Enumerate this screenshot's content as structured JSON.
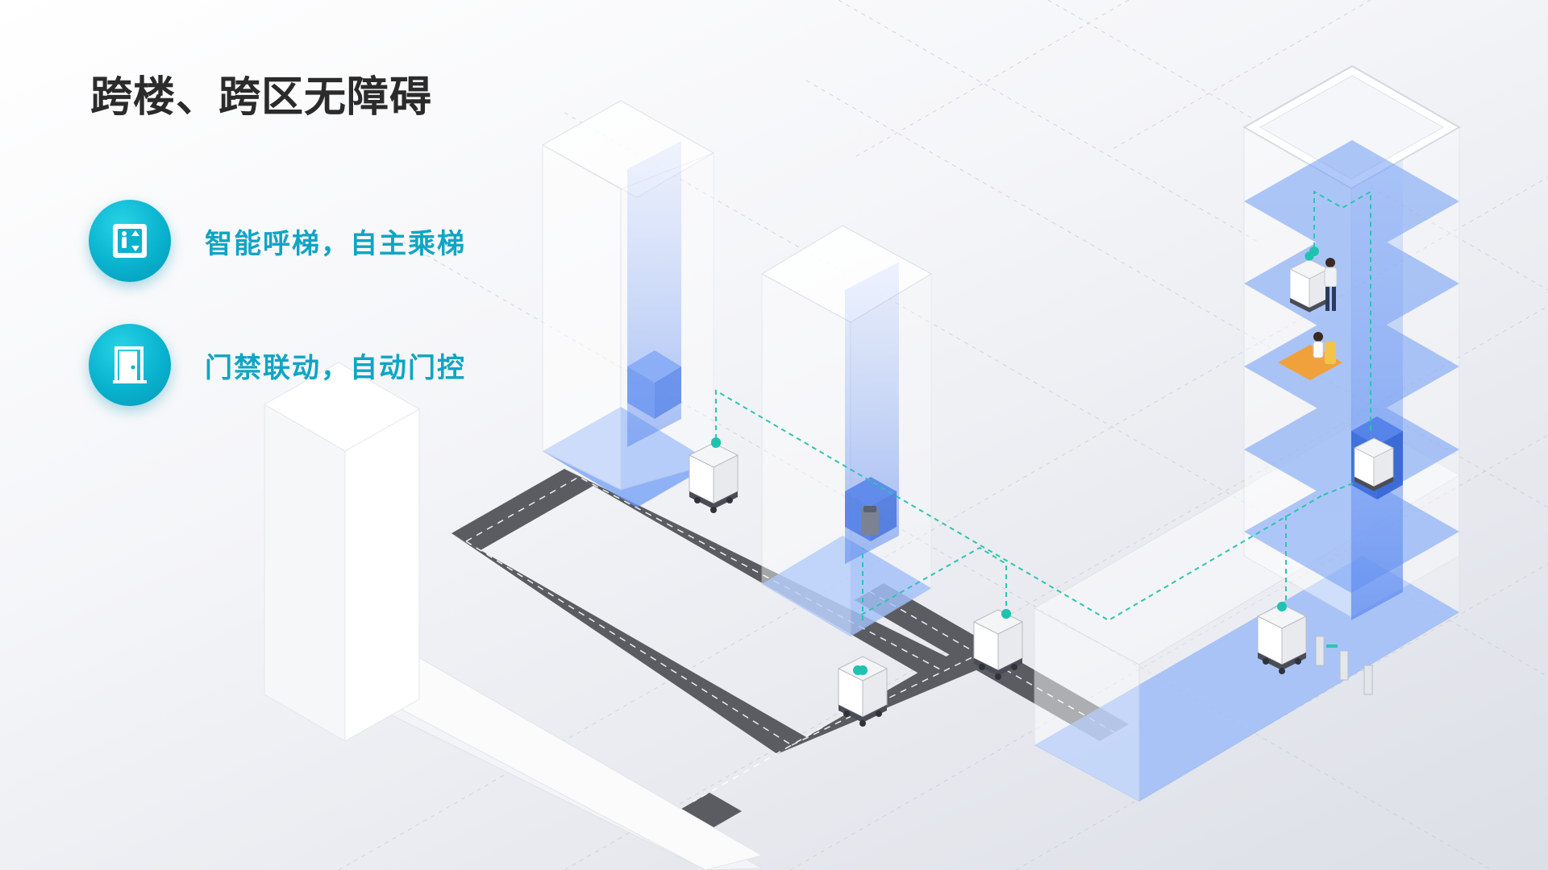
{
  "title": "跨楼、跨区无障碍",
  "features": [
    {
      "label": "智能呼梯，自主乘梯",
      "icon": "elevator-icon"
    },
    {
      "label": "门禁联动，自动门控",
      "icon": "door-icon"
    }
  ],
  "colors": {
    "accent": "#0fa5c4",
    "badge": "#09b2ce",
    "highlight_blue": "#6f9cf5",
    "road": "#55575c",
    "link_line": "#2ec4b0"
  },
  "illustration": {
    "robot_count": 6,
    "building_count": 4,
    "people_count": 2
  }
}
